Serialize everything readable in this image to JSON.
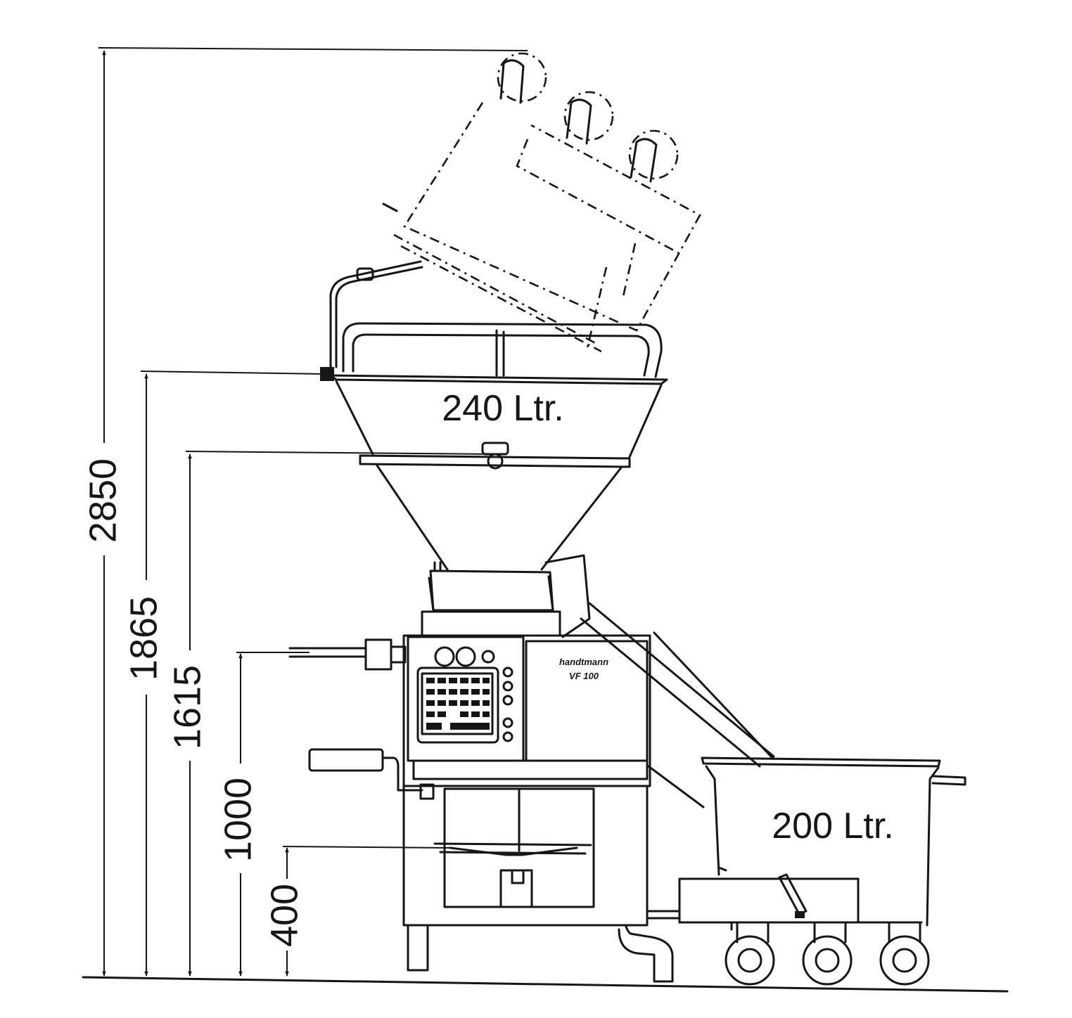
{
  "dimensions": {
    "overall_height": "2850",
    "hopper_rim_height": "1865",
    "hopper_ring_height": "1615",
    "outlet_height": "1000",
    "stand_height": "400"
  },
  "capacities": {
    "hopper": "240 Ltr.",
    "trolley": "200 Ltr."
  },
  "machine_label": {
    "brand": "handtmann",
    "model": "VF 100"
  }
}
